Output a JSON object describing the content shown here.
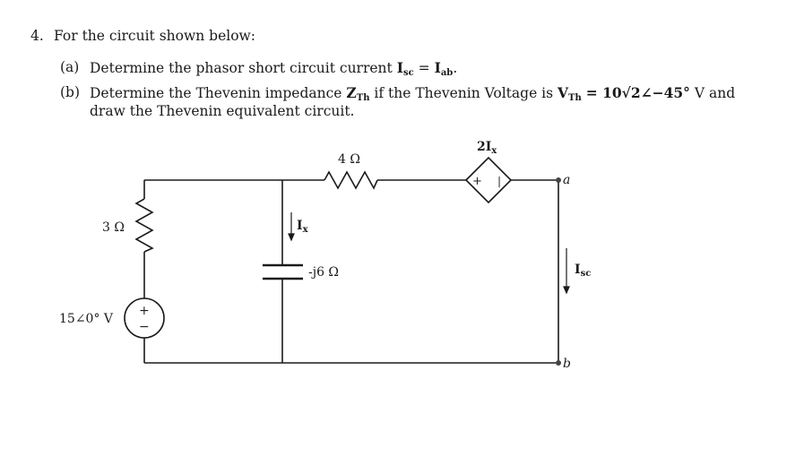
{
  "problem": {
    "number": "4.",
    "intro": "For the circuit shown below:",
    "parts": [
      {
        "label": "(a)",
        "text": "Determine the phasor short circuit current",
        "isc_symbol": "I",
        "isc_sub": "sc",
        "equals": "=",
        "iab_symbol": "I",
        "iab_sub": "ab",
        "end": "."
      },
      {
        "label": "(b)",
        "text_1": "Determine the Thevenin impedance",
        "zth_symbol": "Z",
        "zth_sub": "Th",
        "text_2": "if the Thevenin Voltage is",
        "vth_symbol": "V",
        "vth_sub": "Th",
        "vth_value": "= 10√2∠−45°",
        "text_3": "V and",
        "line2": "draw the Thevenin equivalent circuit."
      }
    ]
  },
  "circuit": {
    "source": {
      "label": "15∠0° V",
      "plus": "+",
      "minus": "−"
    },
    "r1": {
      "label": "3 Ω"
    },
    "r2": {
      "label": "4 Ω"
    },
    "capacitor": {
      "label": "-j6 Ω"
    },
    "ix": {
      "symbol": "I",
      "sub": "x"
    },
    "dependent_source": {
      "label_coef": "2I",
      "label_sub": "x",
      "plus": "+",
      "minus": "|"
    },
    "node_a": "a",
    "node_b": "b",
    "isc": {
      "symbol": "I",
      "sub": "sc"
    }
  }
}
